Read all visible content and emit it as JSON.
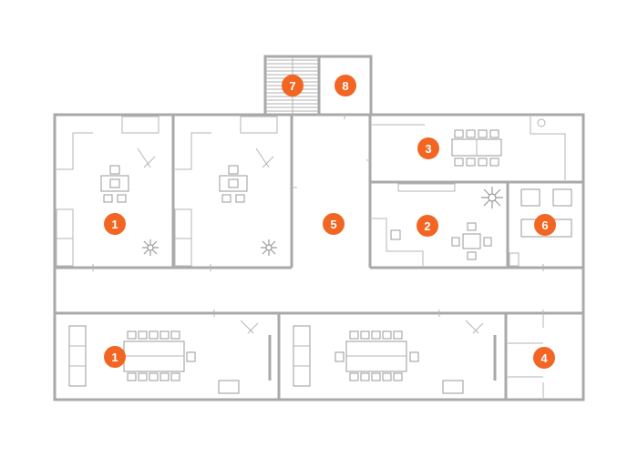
{
  "colors": {
    "accent": "#f26522",
    "wall": "#a9a9a9",
    "background": "#ffffff"
  },
  "markers": [
    {
      "id": "office-left-1",
      "label": "1"
    },
    {
      "id": "office-right-5",
      "label": "5"
    },
    {
      "id": "lounge-2",
      "label": "2"
    },
    {
      "id": "meeting-3",
      "label": "3"
    },
    {
      "id": "room-6",
      "label": "6"
    },
    {
      "id": "stairs-7",
      "label": "7"
    },
    {
      "id": "room-8",
      "label": "8"
    },
    {
      "id": "conference-1",
      "label": "1"
    },
    {
      "id": "room-4",
      "label": "4"
    }
  ]
}
